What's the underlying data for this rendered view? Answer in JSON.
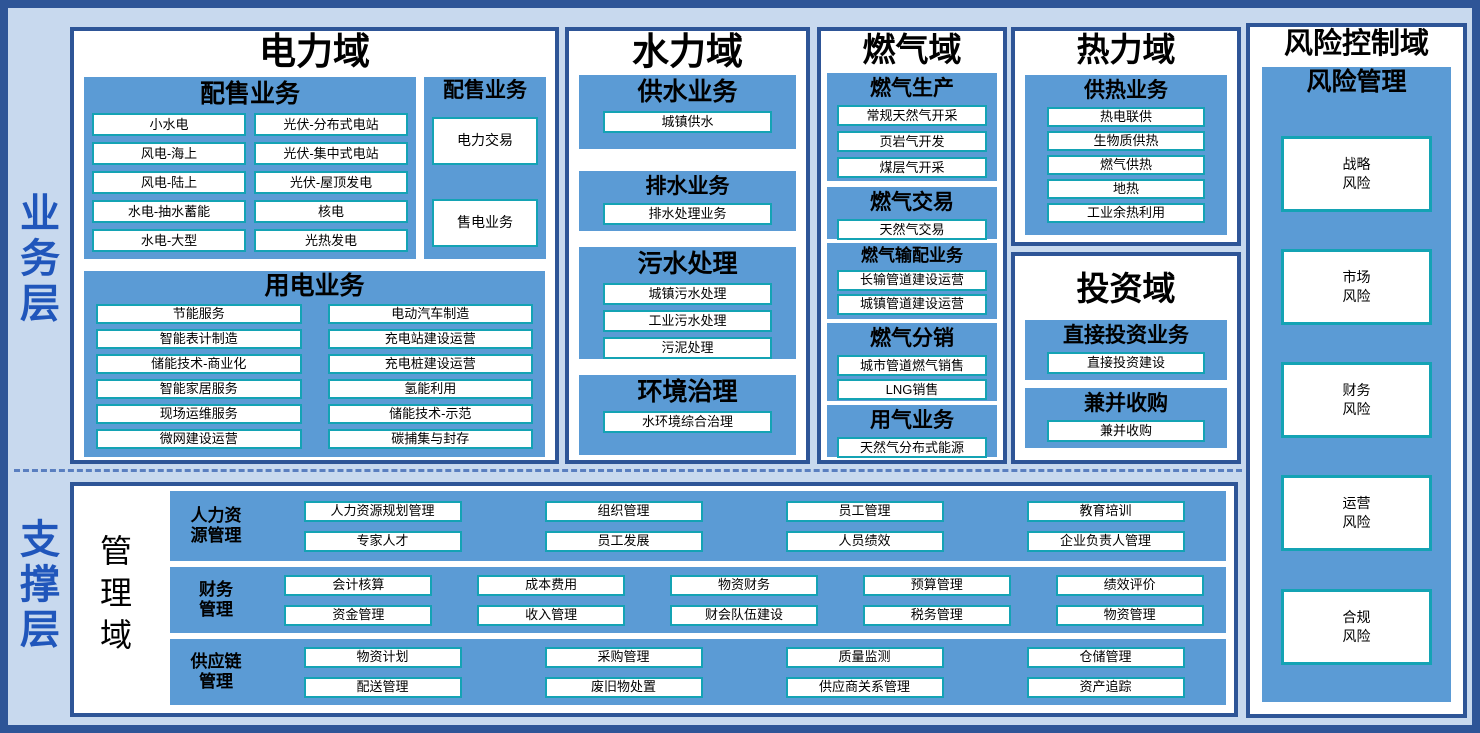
{
  "colors": {
    "navy": "#2e5597",
    "bg": "#c8d9ee",
    "band": "#5b9bd5",
    "teal": "#14a3b4",
    "label-blue": "#2056bb",
    "dash": "#5a7fc0"
  },
  "layers": {
    "business_label": "业务层",
    "support_label": "支撑层"
  },
  "power": {
    "title": "电力域",
    "gen": {
      "title": "配售业务",
      "col1": [
        "小水电",
        "风电-海上",
        "风电-陆上",
        "水电-抽水蓄能",
        "水电-大型"
      ],
      "col2": [
        "光伏-分布式电站",
        "光伏-集中式电站",
        "光伏-屋顶发电",
        "核电",
        "光热发电"
      ]
    },
    "dist": {
      "title": "配售业务",
      "items": [
        "电力交易",
        "售电业务"
      ]
    },
    "use": {
      "title": "用电业务",
      "col1": [
        "节能服务",
        "智能表计制造",
        "储能技术-商业化",
        "智能家居服务",
        "现场运维服务",
        "微网建设运营"
      ],
      "col2": [
        "电动汽车制造",
        "充电站建设运营",
        "充电桩建设运营",
        "氢能利用",
        "储能技术-示范",
        "碳捕集与封存"
      ]
    }
  },
  "water": {
    "title": "水力域",
    "blocks": [
      {
        "title": "供水业务",
        "items": [
          "城镇供水"
        ]
      },
      {
        "title": "排水业务",
        "items": [
          "排水处理业务"
        ]
      },
      {
        "title": "污水处理",
        "items": [
          "城镇污水处理",
          "工业污水处理",
          "污泥处理"
        ]
      },
      {
        "title": "环境治理",
        "items": [
          "水环境综合治理"
        ]
      }
    ]
  },
  "gas": {
    "title": "燃气域",
    "blocks": [
      {
        "title": "燃气生产",
        "items": [
          "常规天然气开采",
          "页岩气开发",
          "煤层气开采"
        ]
      },
      {
        "title": "燃气交易",
        "items": [
          "天然气交易"
        ]
      },
      {
        "title": "燃气输配业务",
        "items": [
          "长输管道建设运营",
          "城镇管道建设运营"
        ]
      },
      {
        "title": "燃气分销",
        "items": [
          "城市管道燃气销售",
          "LNG销售"
        ]
      },
      {
        "title": "用气业务",
        "items": [
          "天然气分布式能源"
        ]
      }
    ]
  },
  "heat": {
    "title": "热力域",
    "block": {
      "title": "供热业务",
      "items": [
        "热电联供",
        "生物质供热",
        "燃气供热",
        "地热",
        "工业余热利用"
      ]
    }
  },
  "investment": {
    "title": "投资域",
    "blocks": [
      {
        "title": "直接投资业务",
        "items": [
          "直接投资建设"
        ]
      },
      {
        "title": "兼并收购",
        "items": [
          "兼并收购"
        ]
      }
    ]
  },
  "risk": {
    "title": "风险控制域",
    "block_title": "风险管理",
    "items": [
      "战略\n风险",
      "市场\n风险",
      "财务\n风险",
      "运营\n风险",
      "合规\n风险"
    ]
  },
  "management": {
    "title": "管理域",
    "rows": [
      {
        "label": "人力资\n源管理",
        "columns": [
          [
            "人力资源规划管理",
            "专家人才"
          ],
          [
            "组织管理",
            "员工发展"
          ],
          [
            "员工管理",
            "人员绩效"
          ],
          [
            "教育培训",
            "企业负责人管理"
          ]
        ]
      },
      {
        "label": "财务\n管理",
        "columns": [
          [
            "会计核算",
            "资金管理"
          ],
          [
            "成本费用",
            "收入管理"
          ],
          [
            "物资财务",
            "财会队伍建设"
          ],
          [
            "预算管理",
            "税务管理"
          ],
          [
            "绩效评价",
            "物资管理"
          ]
        ]
      },
      {
        "label": "供应链\n管理",
        "columns": [
          [
            "物资计划",
            "配送管理"
          ],
          [
            "采购管理",
            "废旧物处置"
          ],
          [
            "质量监测",
            "供应商关系管理"
          ],
          [
            "仓储管理",
            "资产追踪"
          ]
        ]
      }
    ]
  }
}
